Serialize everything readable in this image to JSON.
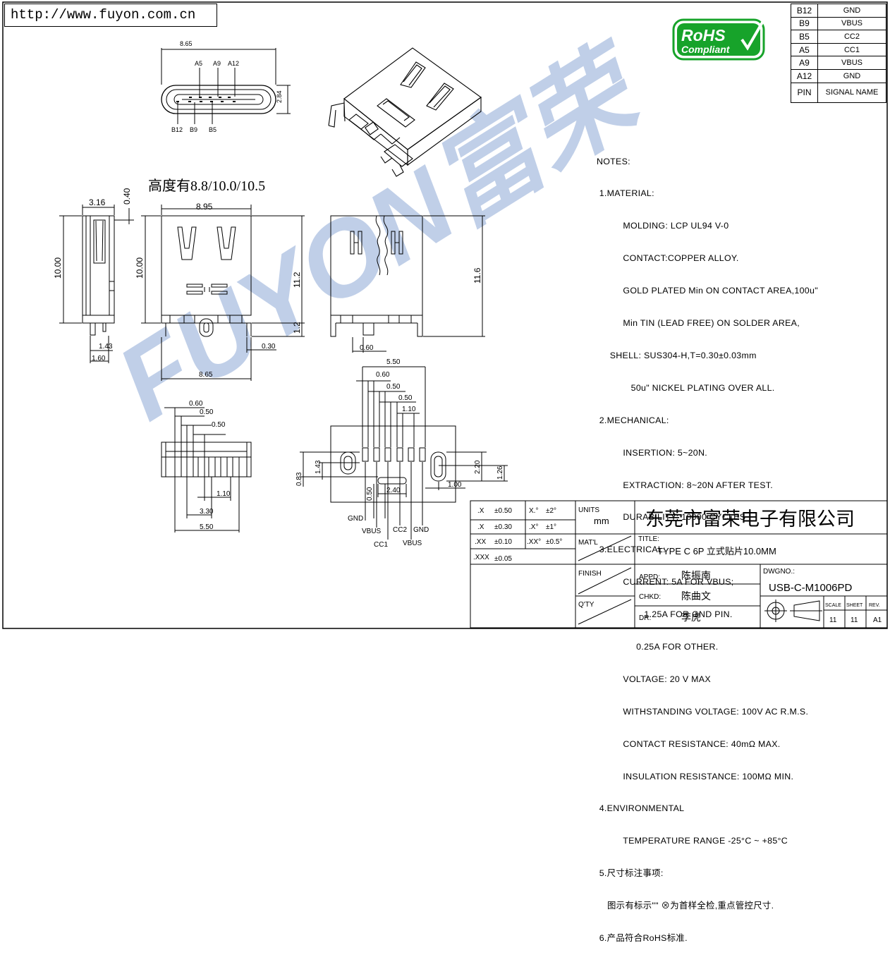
{
  "url": "http://www.fuyon.com.cn",
  "height_note": "高度有8.8/10.0/10.5",
  "rohs": {
    "line1": "RoHS",
    "line2": "Compliant",
    "color": "#17a32a"
  },
  "watermark": {
    "text": "FUYON富荣",
    "color": "#8ea9d6"
  },
  "pin_table": {
    "rows": [
      {
        "pin": "B12",
        "signal": "GND"
      },
      {
        "pin": "B9",
        "signal": "VBUS"
      },
      {
        "pin": "B5",
        "signal": "CC2"
      },
      {
        "pin": "A5",
        "signal": "CC1"
      },
      {
        "pin": "A9",
        "signal": "VBUS"
      },
      {
        "pin": "A12",
        "signal": "GND"
      }
    ],
    "header": {
      "pin": "PIN",
      "signal": "SIGNAL NAME"
    }
  },
  "notes": [
    "NOTES:",
    " 1.MATERIAL:",
    "          MOLDING: LCP UL94 V-0",
    "          CONTACT:COPPER ALLOY.",
    "          GOLD PLATED Min ON CONTACT AREA,100u\"",
    "          Min TIN (LEAD FREE) ON SOLDER AREA,",
    "     SHELL: SUS304-H,T=0.30±0.03mm",
    "             50u\" NICKEL PLATING OVER ALL.",
    " 2.MECHANICAL:",
    "          INSERTION: 5~20N.",
    "          EXTRACTION: 8~20N AFTER TEST.",
    "          DURABILITY: 10000 CYCLES",
    " 3.ELECTRICAL:",
    "          CURRENT: 5A FOR VBUS;",
    "                  1.25A FOR GND PIN.",
    "               0.25A FOR OTHER.",
    "          VOLTAGE: 20 V MAX",
    "          WITHSTANDING VOLTAGE: 100V AC R.M.S.",
    "          CONTACT RESISTANCE: 40mΩ MAX.",
    "          INSULATION RESISTANCE: 100MΩ MIN.",
    " 4.ENVIRONMENTAL",
    "          TEMPERATURE RANGE -25°C ~ +85°C",
    " 5.尺寸标注事项:",
    "    图示有标示\"\" ⊗为首样全检,重点管控尺寸.",
    " 6.产品符合RoHS标准."
  ],
  "front_view": {
    "width_top": "8.65",
    "height": "2.84",
    "pins_top": [
      "A5",
      "A9",
      "A12"
    ],
    "pins_bottom": [
      "B12",
      "B9",
      "B5"
    ]
  },
  "side_view": {
    "dims": [
      "3.16",
      "0.40",
      "10.00",
      "1.43",
      "1.60"
    ]
  },
  "main_view": {
    "dims": [
      "8.95",
      "10.00",
      "11.2",
      "1.2",
      "0.30",
      "8.65"
    ]
  },
  "right_view": {
    "dims": [
      "11.6",
      "0.60"
    ]
  },
  "bottom_view": {
    "dims": [
      "0.60",
      "0.50",
      "0.50",
      "1.10",
      "3.30",
      "5.50"
    ]
  },
  "footprint": {
    "dims_top": [
      "5.50",
      "0.60",
      "0.50",
      "0.50",
      "1.10"
    ],
    "dims_side": [
      "1.43",
      "0.83",
      "0.50",
      "2.20",
      "1.26",
      "1.00",
      "2.40"
    ],
    "pin_labels": [
      "GND",
      "VBUS",
      "CC1",
      "CC2",
      "VBUS",
      "GND"
    ]
  },
  "title_block": {
    "tolerances": [
      {
        "label": ".X",
        "value": "±0.50"
      },
      {
        "label": ".X",
        "value": "±0.30"
      },
      {
        "label": ".XX",
        "value": "±0.10"
      },
      {
        "label": ".XXX",
        "value": "±0.05"
      }
    ],
    "angles": [
      {
        "label": "X.°",
        "value": "±2°"
      },
      {
        "label": ".X°",
        "value": "±1°"
      },
      {
        "label": ".XX°",
        "value": "±0.5°"
      }
    ],
    "units_label": "UNITS",
    "units": "mm",
    "company": "东莞市富荣电子有限公司",
    "matl_label": "MAT'L",
    "title_label": "TITLE:",
    "title": "TYPE C 6P 立式贴片10.0MM",
    "finish_label": "FINISH",
    "qty_label": "Q'TY",
    "appd_label": "APPD:",
    "appd": "陈振南",
    "chkd_label": "CHKD:",
    "chkd": "陈曲文",
    "dr_label": "DR:",
    "dr": "李虎",
    "dwgno_label": "DWGNO.:",
    "dwgno": "USB-C-M1006PD",
    "scale_label": "SCALE",
    "sheet_label": "SHEET",
    "rev_label": "REV.",
    "scale": "11",
    "sheet": "11",
    "rev": "A1"
  }
}
